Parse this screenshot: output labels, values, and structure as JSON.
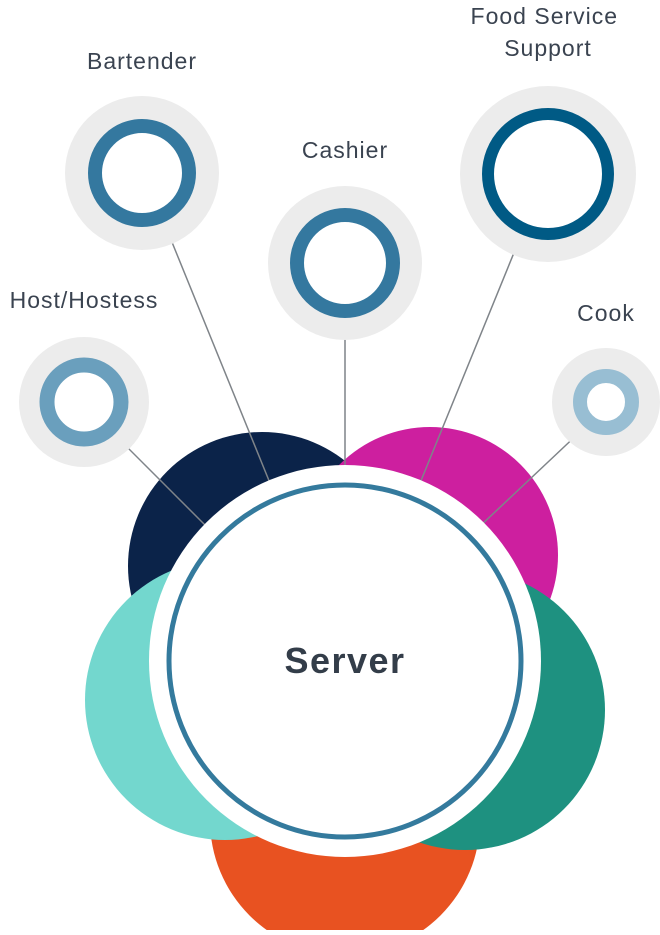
{
  "center": {
    "label": "Server"
  },
  "nodes": [
    {
      "id": "host-hostess",
      "label": "Host/Hostess",
      "ring_color": "#6a9fbd"
    },
    {
      "id": "bartender",
      "label": "Bartender",
      "ring_color": "#34789f"
    },
    {
      "id": "cashier",
      "label": "Cashier",
      "ring_color": "#34789f"
    },
    {
      "id": "food-service-support",
      "label_lines": [
        "Food Service",
        "Support"
      ],
      "ring_color": "#005a85"
    },
    {
      "id": "cook",
      "label": "Cook",
      "ring_color": "#98bed3"
    }
  ],
  "petal_colors": {
    "navy": "#0b2349",
    "magenta": "#cd1f9f",
    "teal": "#1e9180",
    "mint": "#73d7ce",
    "orange": "#e85221"
  },
  "colors": {
    "halo": "#ececec",
    "connector": "#7f8489",
    "center_ring": "#347a9d"
  }
}
